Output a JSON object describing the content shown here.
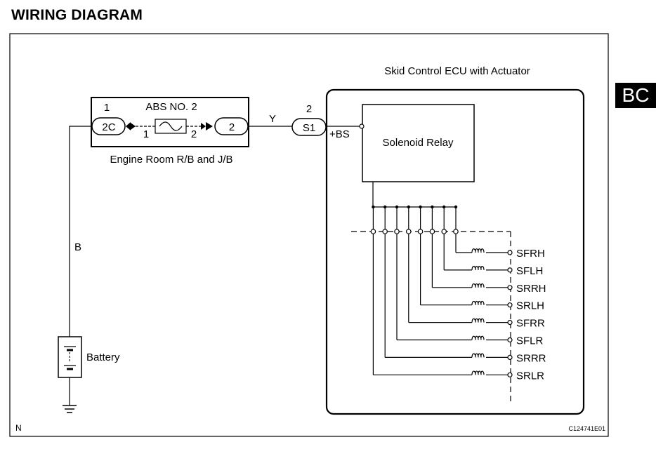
{
  "page": {
    "title": "WIRING DIAGRAM",
    "section_tab": "BC",
    "corner_mark": "N",
    "figure_code": "C124741E01"
  },
  "ecu": {
    "name": "Skid Control ECU with Actuator",
    "relay_name": "Solenoid Relay",
    "terminal_label": "+BS"
  },
  "junction_block": {
    "name": "Engine Room R/B and J/B",
    "fuse_name": "ABS NO. 2",
    "left_connector": "2C",
    "left_pin": "1",
    "fuse_pin_left": "1",
    "fuse_pin_right": "2",
    "right_connector": "2"
  },
  "connector_s1": {
    "label": "S1",
    "pin": "2"
  },
  "wires": {
    "y_color": "Y",
    "b_color": "B"
  },
  "battery": {
    "label": "Battery"
  },
  "solenoids": [
    "SFRH",
    "SFLH",
    "SRRH",
    "SRLH",
    "SFRR",
    "SFLR",
    "SRRR",
    "SRLR"
  ]
}
